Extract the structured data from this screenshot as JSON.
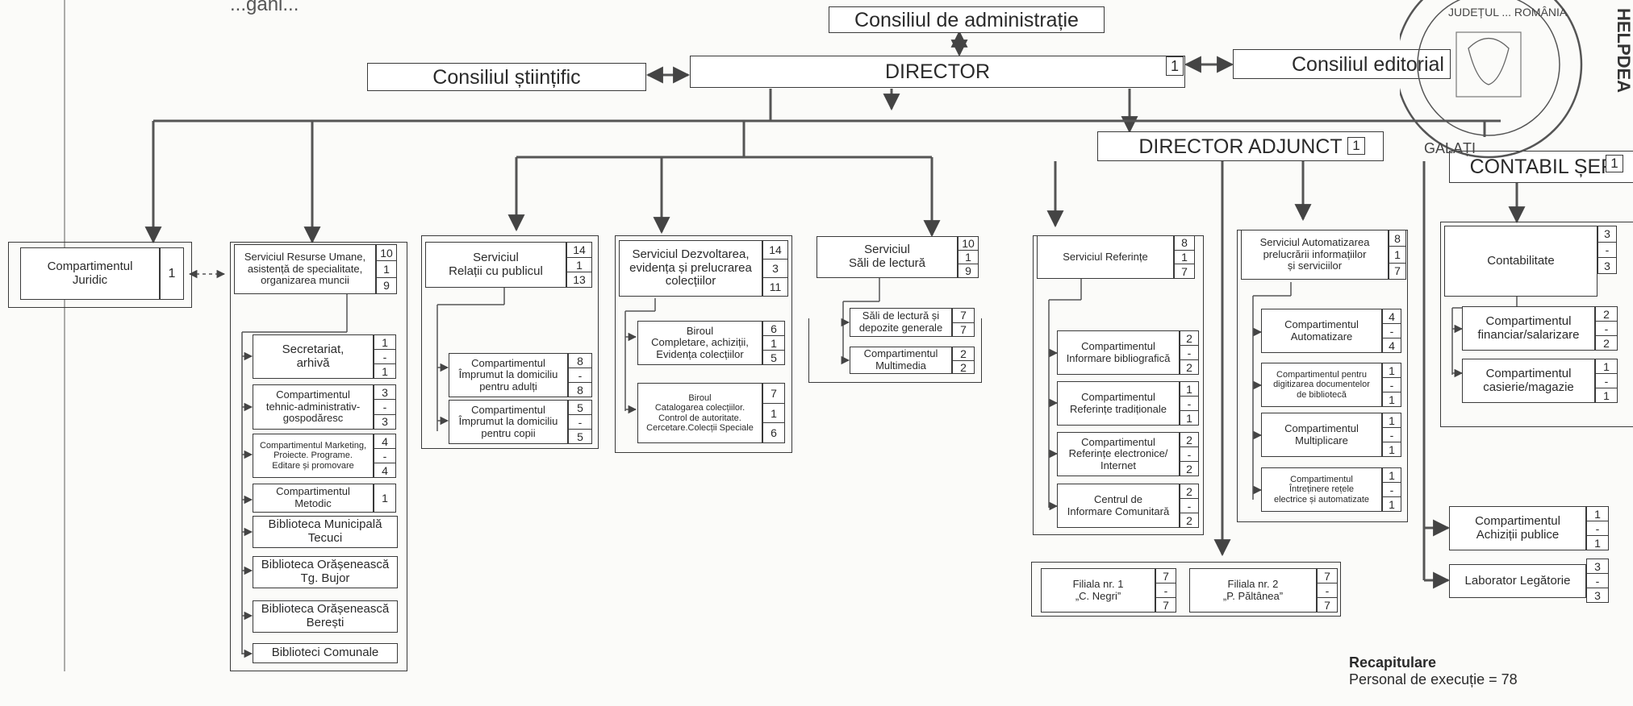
{
  "title_partial": "...gani...",
  "top": {
    "board": "Consiliul de administrație",
    "scientific": "Consiliul științific",
    "director": "DIRECTOR",
    "director_n": "1",
    "editorial": "Consiliul editorial",
    "deputy": "DIRECTOR ADJUNCT",
    "deputy_n": "1",
    "chief_accountant": "CONTABIL ȘEF",
    "chief_accountant_n": "1"
  },
  "juridic": {
    "label": "Compartimentul\nJuridic",
    "n": "1"
  },
  "hr": {
    "label": "Serviciul Resurse Umane,\nasistență de specialitate,\norganizarea muncii",
    "nums": [
      "10",
      "1",
      "9"
    ],
    "children": [
      {
        "label": "Secretariat,\narhivă",
        "nums": [
          "1",
          "-",
          "1"
        ]
      },
      {
        "label": "Compartimentul\ntehnic-administrativ-\ngospodăresc",
        "nums": [
          "3",
          "-",
          "3"
        ]
      },
      {
        "label": "Compartimentul Marketing,\nProiecte. Programe.\nEditare și promovare",
        "nums": [
          "4",
          "-",
          "4"
        ]
      },
      {
        "label": "Compartimentul\nMetodic",
        "n": "1"
      },
      {
        "label": "Biblioteca Municipală\nTecuci"
      },
      {
        "label": "Biblioteca Orășenească\nTg. Bujor"
      },
      {
        "label": "Biblioteca Orășenească\nBerești"
      },
      {
        "label": "Biblioteci Comunale"
      }
    ]
  },
  "public": {
    "label": "Serviciul\nRelații cu publicul",
    "nums": [
      "14",
      "1",
      "13"
    ],
    "children": [
      {
        "label": "Compartimentul\nÎmprumut la domiciliu\npentru adulți",
        "nums": [
          "8",
          "-",
          "8"
        ]
      },
      {
        "label": "Compartimentul\nÎmprumut la domiciliu\npentru copii",
        "nums": [
          "5",
          "-",
          "5"
        ]
      }
    ]
  },
  "development": {
    "label": "Serviciul Dezvoltarea,\nevidența și prelucrarea\ncolecțiilor",
    "nums": [
      "14",
      "3",
      "11"
    ],
    "children": [
      {
        "label": "Biroul\nCompletare, achiziții,\nEvidența colecțiilor",
        "nums": [
          "6",
          "1",
          "5"
        ]
      },
      {
        "label": "Biroul\nCatalogarea colecțiilor.\nControl de autoritate.\nCercetare.Colecții Speciale",
        "nums": [
          "7",
          "1",
          "6"
        ]
      }
    ]
  },
  "reading": {
    "label": "Serviciul\nSăli de lectură",
    "nums": [
      "10",
      "1",
      "9"
    ],
    "children": [
      {
        "label": "Săli de lectură și\ndepozite generale",
        "nums": [
          "7",
          "7"
        ]
      },
      {
        "label": "Compartimentul\nMultimedia",
        "nums": [
          "2",
          "2"
        ]
      }
    ]
  },
  "references": {
    "label": "Serviciul Referințe",
    "nums": [
      "8",
      "1",
      "7"
    ],
    "children": [
      {
        "label": "Compartimentul\nInformare bibliografică",
        "nums": [
          "2",
          "-",
          "2"
        ]
      },
      {
        "label": "Compartimentul\nReferințe tradiționale",
        "nums": [
          "1",
          "-",
          "1"
        ]
      },
      {
        "label": "Compartimentul\nReferințe electronice/\nInternet",
        "nums": [
          "2",
          "-",
          "2"
        ]
      },
      {
        "label": "Centrul de\nInformare Comunitară",
        "nums": [
          "2",
          "-",
          "2"
        ]
      }
    ]
  },
  "automation": {
    "label": "Serviciul Automatizarea\nprelucrării informațiilor\nși serviciilor",
    "nums": [
      "8",
      "1",
      "7"
    ],
    "children": [
      {
        "label": "Compartimentul\nAutomatizare",
        "nums": [
          "4",
          "-",
          "4"
        ]
      },
      {
        "label": "Compartimentul pentru\ndigitizarea documentelor\nde bibliotecă",
        "nums": [
          "1",
          "-",
          "1"
        ]
      },
      {
        "label": "Compartimentul\nMultiplicare",
        "nums": [
          "1",
          "-",
          "1"
        ]
      },
      {
        "label": "Compartimentul\nÎntreținere rețele\nelectrice și automatizate",
        "nums": [
          "1",
          "-",
          "1"
        ]
      }
    ]
  },
  "accounting": {
    "label": "Contabilitate",
    "nums": [
      "3",
      "-",
      "3"
    ],
    "children": [
      {
        "label": "Compartimentul\nfinanciar/salarizare",
        "nums": [
          "2",
          "-",
          "2"
        ]
      },
      {
        "label": "Compartimentul\ncasierie/magazie",
        "nums": [
          "1",
          "-",
          "1"
        ]
      }
    ]
  },
  "acquisitions": {
    "label": "Compartimentul\nAchiziții publice",
    "nums": [
      "1",
      "-",
      "1"
    ]
  },
  "binding": {
    "label": "Laborator Legătorie",
    "nums": [
      "3",
      "-",
      "3"
    ]
  },
  "branches": [
    {
      "label": "Filiala nr. 1\n„C. Negri”",
      "nums": [
        "7",
        "-",
        "7"
      ]
    },
    {
      "label": "Filiala nr. 2\n„P. Păltânea”",
      "nums": [
        "7",
        "-",
        "7"
      ]
    }
  ],
  "recap": {
    "title": "Recapitulare",
    "line": "Personal de execuție = 78"
  },
  "stamp": {
    "text_top": "JUDEȚUL ... ROMÂNIA",
    "text_bottom": "GALAȚI"
  },
  "side_text": "HELPDEA"
}
